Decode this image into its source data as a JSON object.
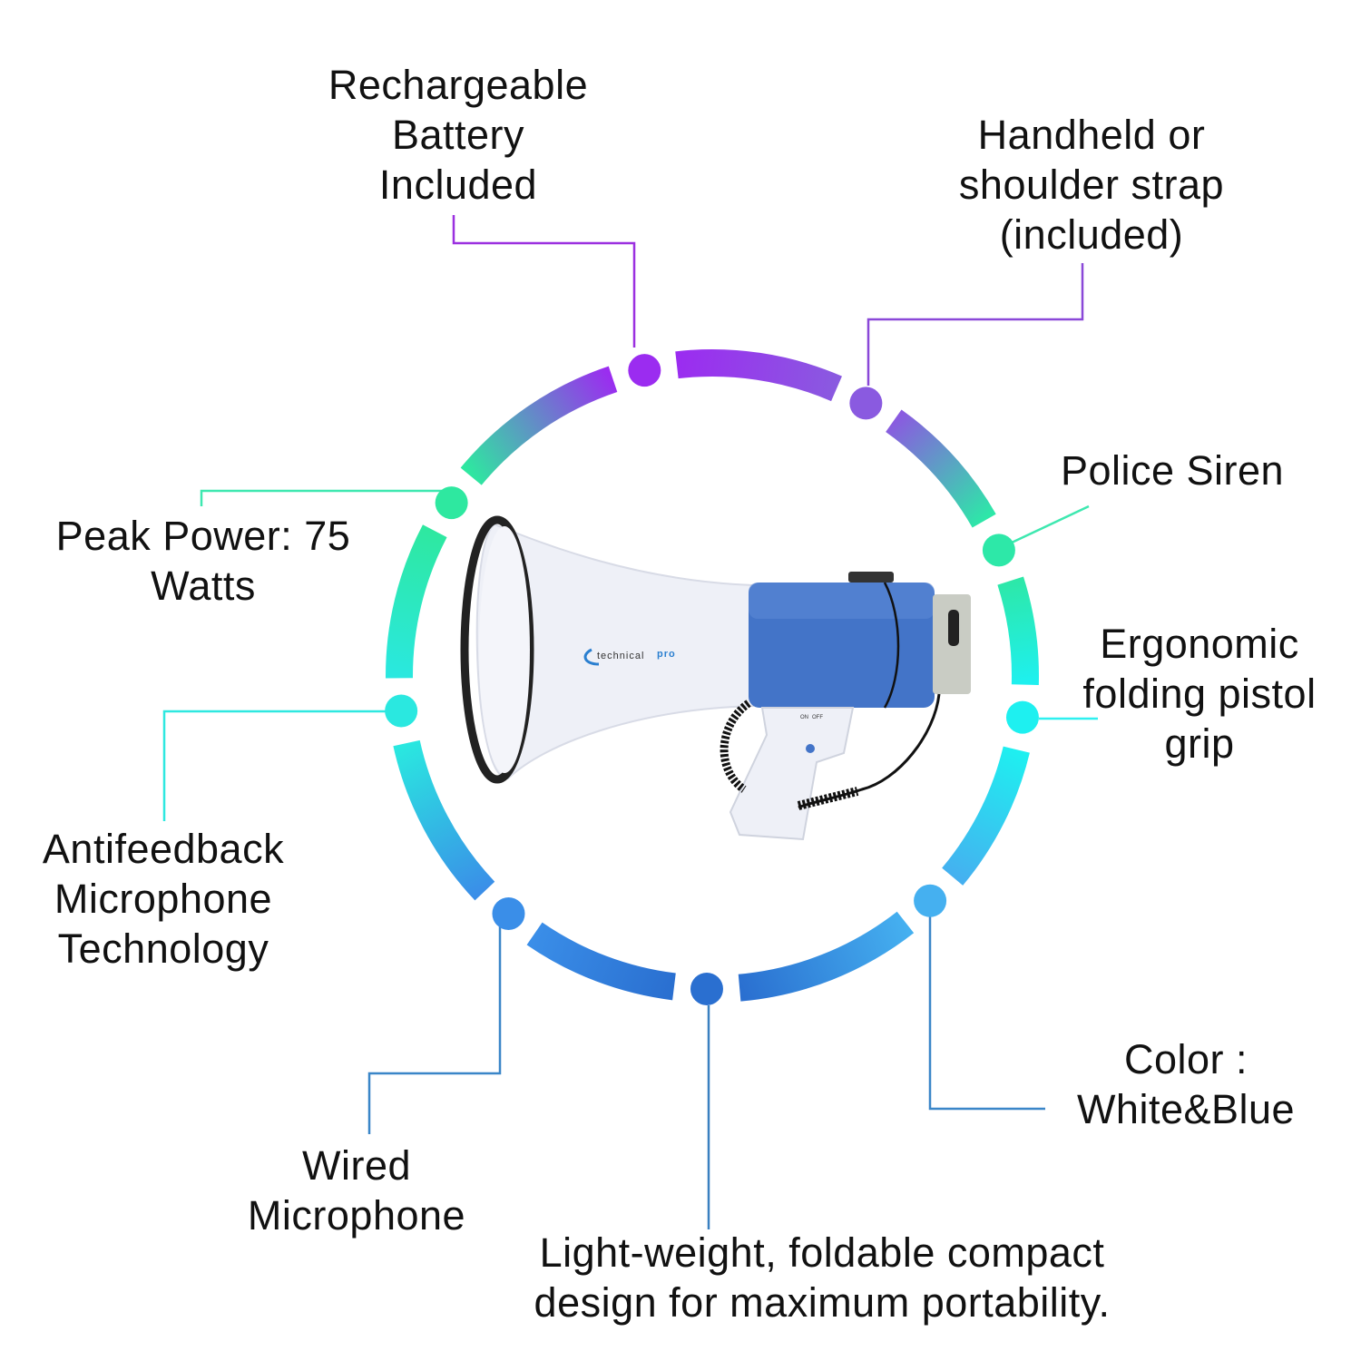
{
  "features": {
    "battery": {
      "lines": [
        "Rechargeable",
        "Battery",
        "Included"
      ]
    },
    "strap": {
      "lines": [
        "Handheld or",
        "shoulder strap",
        "(included)"
      ]
    },
    "siren": {
      "lines": [
        "Police Siren"
      ]
    },
    "grip": {
      "lines": [
        "Ergonomic",
        "folding pistol",
        "grip"
      ]
    },
    "color": {
      "lines": [
        "Color :",
        "White&Blue"
      ]
    },
    "portable": {
      "lines": [
        "Light-weight, foldable compact",
        "design for maximum portability."
      ]
    },
    "wired": {
      "lines": [
        "Wired",
        "Microphone"
      ]
    },
    "antifeedback": {
      "lines": [
        "Antifeedback",
        "Microphone",
        "Technology"
      ]
    },
    "power": {
      "lines": [
        "Peak Power: 75",
        "Watts"
      ]
    }
  },
  "product": {
    "brand": "technical",
    "brand_suffix": "pro",
    "switch_on": "ON",
    "switch_off": "OFF"
  },
  "colors": {
    "purple": "#9b2cf0",
    "violet": "#8a5ae0",
    "green": "#2de8a8",
    "cyan": "#1ef0f0",
    "light_blue": "#45b0f0",
    "blue": "#2a6fd0",
    "product_blue": "#3f6fc4"
  }
}
